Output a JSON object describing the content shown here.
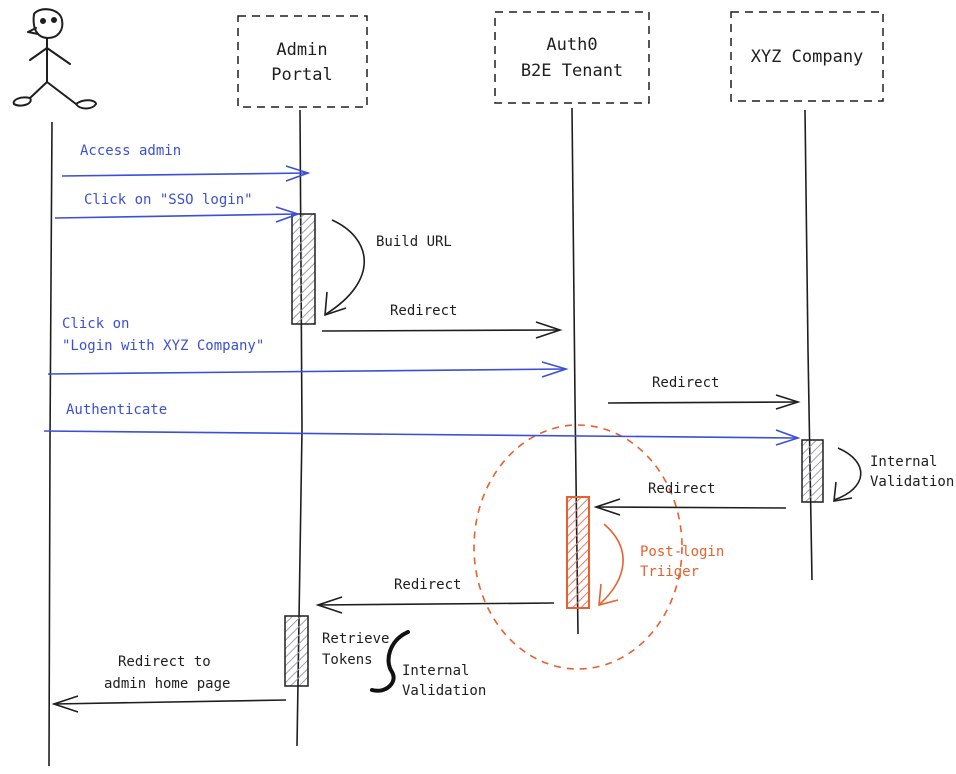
{
  "colors": {
    "ink": "#1e1e1e",
    "user_action": "#3b4fd8",
    "highlight": "#e8602c",
    "activation_fill": "#c9ced6",
    "highlight_fill": "#f5a9a0"
  },
  "participants": {
    "user": {
      "icon": "stick-figure-icon"
    },
    "admin_portal": {
      "line1": "Admin",
      "line2": "Portal"
    },
    "auth0": {
      "line1": "Auth0",
      "line2": "B2E Tenant"
    },
    "xyz": {
      "line1": "XYZ Company"
    }
  },
  "messages": {
    "access_admin": "Access admin",
    "click_sso": "Click on \"SSO login\"",
    "build_url": "Build URL",
    "redirect_1": "Redirect",
    "click_login_line1": "Click on",
    "click_login_line2": "\"Login with XYZ Company\"",
    "redirect_2": "Redirect",
    "authenticate": "Authenticate",
    "internal_validation_1_line1": "Internal",
    "internal_validation_1_line2": "Validation",
    "redirect_3": "Redirect",
    "post_login_line1": "Post-login",
    "post_login_line2": "Triiger",
    "redirect_4": "Redirect",
    "retrieve_line1": "Retrieve",
    "retrieve_line2": "Tokens",
    "internal_validation_2_line1": "Internal",
    "internal_validation_2_line2": "Validation",
    "redirect_home_line1": "Redirect to",
    "redirect_home_line2": "admin home page"
  }
}
